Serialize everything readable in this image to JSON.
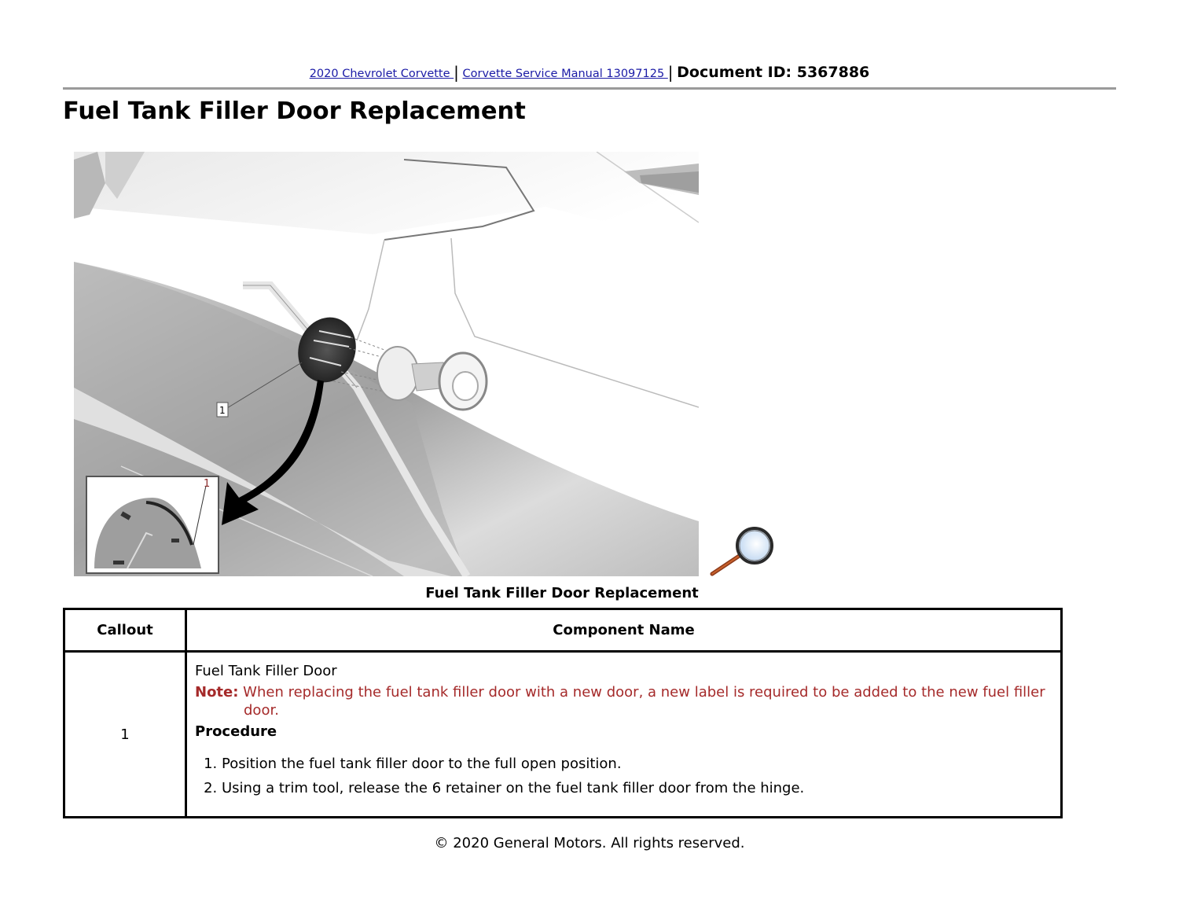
{
  "header": {
    "breadcrumb": [
      {
        "label": "2020 Chevrolet Corvette "
      },
      {
        "label": "Corvette Service Manual 13097125 "
      }
    ],
    "separator": "|",
    "document_id": "Document ID: 5367886"
  },
  "page_title": "Fuel Tank Filler Door Replacement",
  "figure": {
    "callout_label": "1",
    "inset_callout_label": "1",
    "zoom_icon": "magnifier-icon",
    "caption": "Fuel Tank Filler Door Replacement"
  },
  "table": {
    "headers": [
      "Callout",
      "Component Name"
    ],
    "rows": [
      {
        "callout": "1",
        "component_name": "Fuel Tank Filler Door",
        "note_label": "Note:",
        "note_text": " When replacing the fuel tank filler door with a new door, a new label is required to be added to the new fuel filler door.",
        "procedure_heading": "Procedure",
        "steps": [
          "Position the fuel tank filler door to the full open position.",
          "Using a trim tool, release the 6 retainer on the fuel tank filler door from the hinge."
        ]
      }
    ]
  },
  "colors": {
    "link": "#1a1aa6",
    "note": "#a52a2a",
    "rule": "#9a9a9a"
  },
  "footer": "© 2020 General Motors.  All rights reserved."
}
